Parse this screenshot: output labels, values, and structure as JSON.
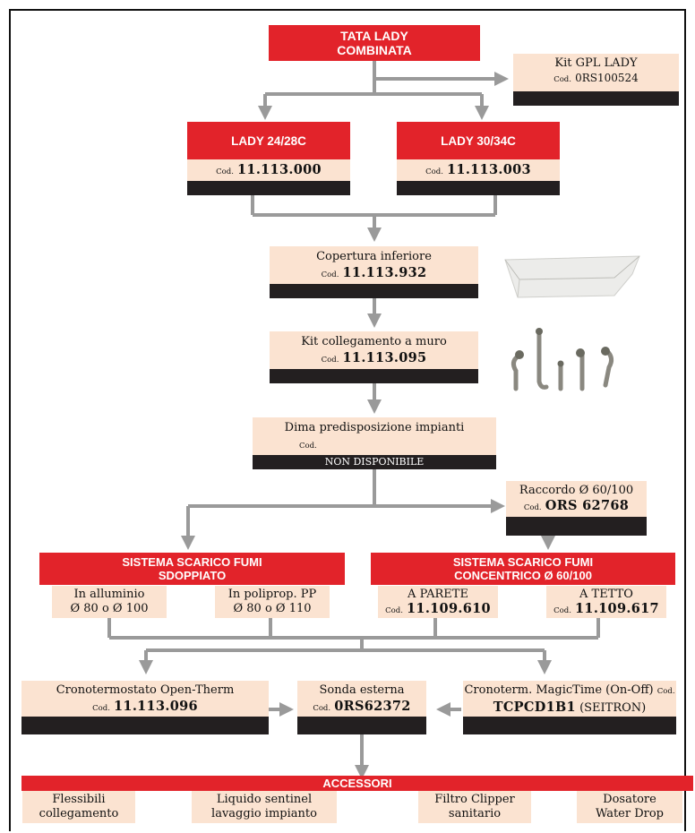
{
  "root": {
    "line1": "TATA LADY",
    "line2": "COMBINATA"
  },
  "kit_gpl": {
    "title": "Kit GPL LADY",
    "cod_label": "Cod.",
    "code": "0RS100524"
  },
  "lady24": {
    "title": "LADY 24/28C",
    "cod_label": "Cod.",
    "code": "11.113.000"
  },
  "lady30": {
    "title": "LADY 30/34C",
    "cod_label": "Cod.",
    "code": "11.113.003"
  },
  "copertura": {
    "title": "Copertura inferiore",
    "cod_label": "Cod.",
    "code": "11.113.932"
  },
  "kit_muro": {
    "title": "Kit collegamento a muro",
    "cod_label": "Cod.",
    "code": "11.113.095"
  },
  "dima": {
    "title": "Dima predisposizione impianti",
    "cod_label": "Cod.",
    "status": "NON DISPONIBILE"
  },
  "raccordo": {
    "title": "Raccordo Ø 60/100",
    "cod_label": "Cod.",
    "code": "ORS 62768"
  },
  "sdoppiato": {
    "line1": "SISTEMA SCARICO FUMI",
    "line2": "SDOPPIATO",
    "opt1": {
      "line1": "In alluminio",
      "line2": "Ø 80 o Ø 100"
    },
    "opt2": {
      "line1": "In poliprop. PP",
      "line2": "Ø 80 o Ø 110"
    }
  },
  "concentrico": {
    "line1": "SISTEMA SCARICO FUMI",
    "line2": "CONCENTRICO Ø 60/100",
    "opt1": {
      "title": "A PARETE",
      "cod_label": "Cod.",
      "code": "11.109.610"
    },
    "opt2": {
      "title": "A TETTO",
      "cod_label": "Cod.",
      "code": "11.109.617"
    }
  },
  "crono_open": {
    "title": "Cronotermostato Open-Therm",
    "cod_label": "Cod.",
    "code": "11.113.096"
  },
  "sonda": {
    "title": "Sonda esterna",
    "cod_label": "Cod.",
    "code": "0RS62372"
  },
  "crono_magic": {
    "title": "Cronoterm. MagicTime (On-Off)",
    "cod_label": "Cod.",
    "code": "TCPCD1B1",
    "suffix": "(SEITRON)"
  },
  "accessori": {
    "title": "ACCESSORI",
    "items": [
      {
        "line1": "Flessibili",
        "line2": "collegamento"
      },
      {
        "line1": "Liquido sentinel",
        "line2": "lavaggio impianto"
      },
      {
        "line1": "Filtro Clipper",
        "line2": "sanitario"
      },
      {
        "line1": "Dosatore",
        "line2": "Water Drop"
      }
    ]
  },
  "colors": {
    "red": "#e2232a",
    "peach": "#fbe3d1",
    "dark": "#231f20",
    "connector": "#9a9a9a"
  }
}
